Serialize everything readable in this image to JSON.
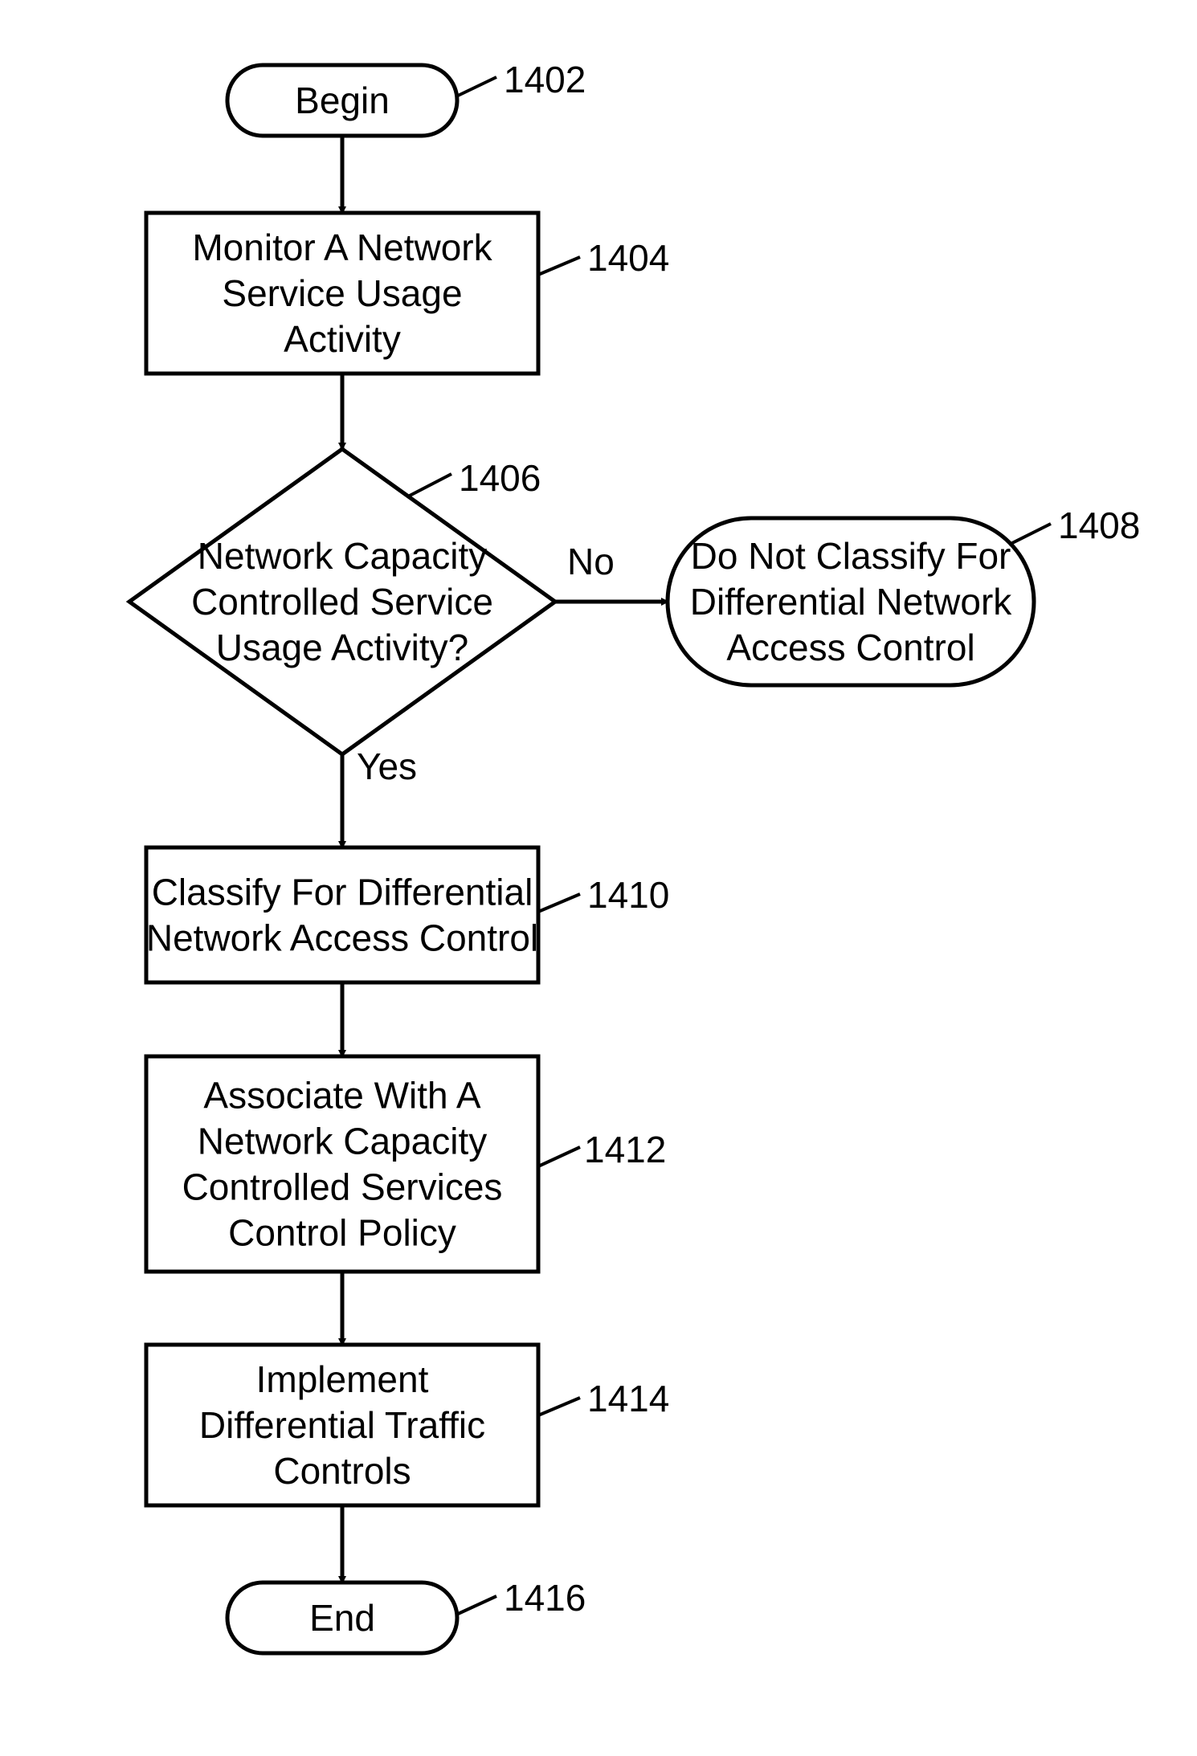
{
  "figure": {
    "nodes": [
      {
        "id": "begin",
        "ref": "1402",
        "shape": "terminator",
        "lines": [
          "Begin"
        ]
      },
      {
        "id": "monitor",
        "ref": "1404",
        "shape": "process",
        "lines": [
          "Monitor A Network",
          "Service Usage",
          "Activity"
        ]
      },
      {
        "id": "decision",
        "ref": "1406",
        "shape": "decision",
        "lines": [
          "Network Capacity",
          "Controlled Service",
          "Usage Activity?"
        ]
      },
      {
        "id": "do-not-classify",
        "ref": "1408",
        "shape": "terminator",
        "lines": [
          "Do Not Classify For",
          "Differential Network",
          "Access Control"
        ]
      },
      {
        "id": "classify",
        "ref": "1410",
        "shape": "process",
        "lines": [
          "Classify For Differential",
          "Network Access Control"
        ]
      },
      {
        "id": "associate",
        "ref": "1412",
        "shape": "process",
        "lines": [
          "Associate With A",
          "Network Capacity",
          "Controlled Services",
          "Control Policy"
        ]
      },
      {
        "id": "implement",
        "ref": "1414",
        "shape": "process",
        "lines": [
          "Implement",
          "Differential Traffic",
          "Controls"
        ]
      },
      {
        "id": "end",
        "ref": "1416",
        "shape": "terminator",
        "lines": [
          "End"
        ]
      }
    ],
    "edges": [
      {
        "id": "begin-to-monitor",
        "from": "begin",
        "to": "monitor",
        "label": ""
      },
      {
        "id": "monitor-to-decision",
        "from": "monitor",
        "to": "decision",
        "label": ""
      },
      {
        "id": "decision-no",
        "from": "decision",
        "to": "do-not-classify",
        "label": "No"
      },
      {
        "id": "decision-yes",
        "from": "decision",
        "to": "classify",
        "label": "Yes"
      },
      {
        "id": "classify-to-associate",
        "from": "classify",
        "to": "associate",
        "label": ""
      },
      {
        "id": "associate-to-implement",
        "from": "associate",
        "to": "implement",
        "label": ""
      },
      {
        "id": "implement-to-end",
        "from": "implement",
        "to": "end",
        "label": ""
      }
    ]
  }
}
